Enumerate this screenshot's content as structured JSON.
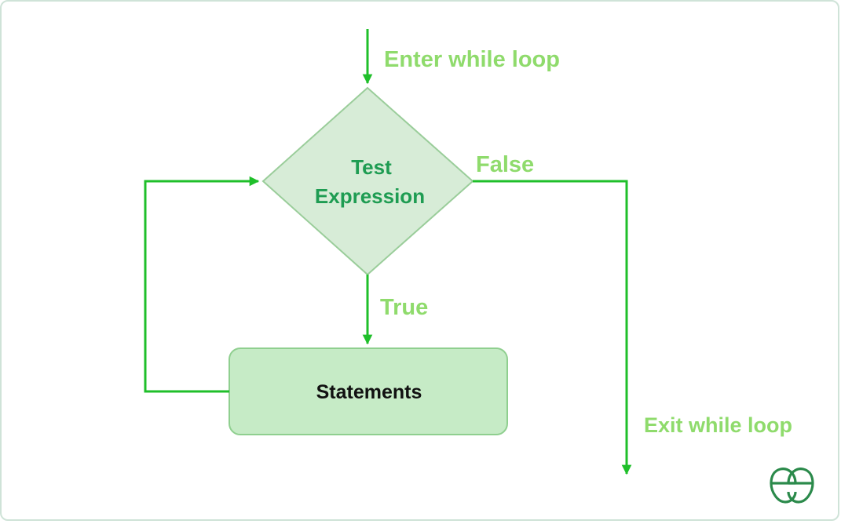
{
  "diagram": {
    "entry_label": "Enter while loop",
    "decision_label_line1": "Test",
    "decision_label_line2": "Expression",
    "false_label": "False",
    "true_label": "True",
    "statements_label": "Statements",
    "exit_label": "Exit while loop"
  },
  "colors": {
    "arrow": "#1fbf2a",
    "label_green": "#8fdb6c",
    "decision_fill": "#d7ecd7",
    "decision_stroke": "#9acd9a",
    "decision_text": "#1e9c52",
    "box_fill": "#c6ebc6",
    "box_stroke": "#8fcf8f",
    "logo": "#2b8a4b"
  },
  "icons": {
    "logo": "geeksforgeeks-logo-icon"
  }
}
